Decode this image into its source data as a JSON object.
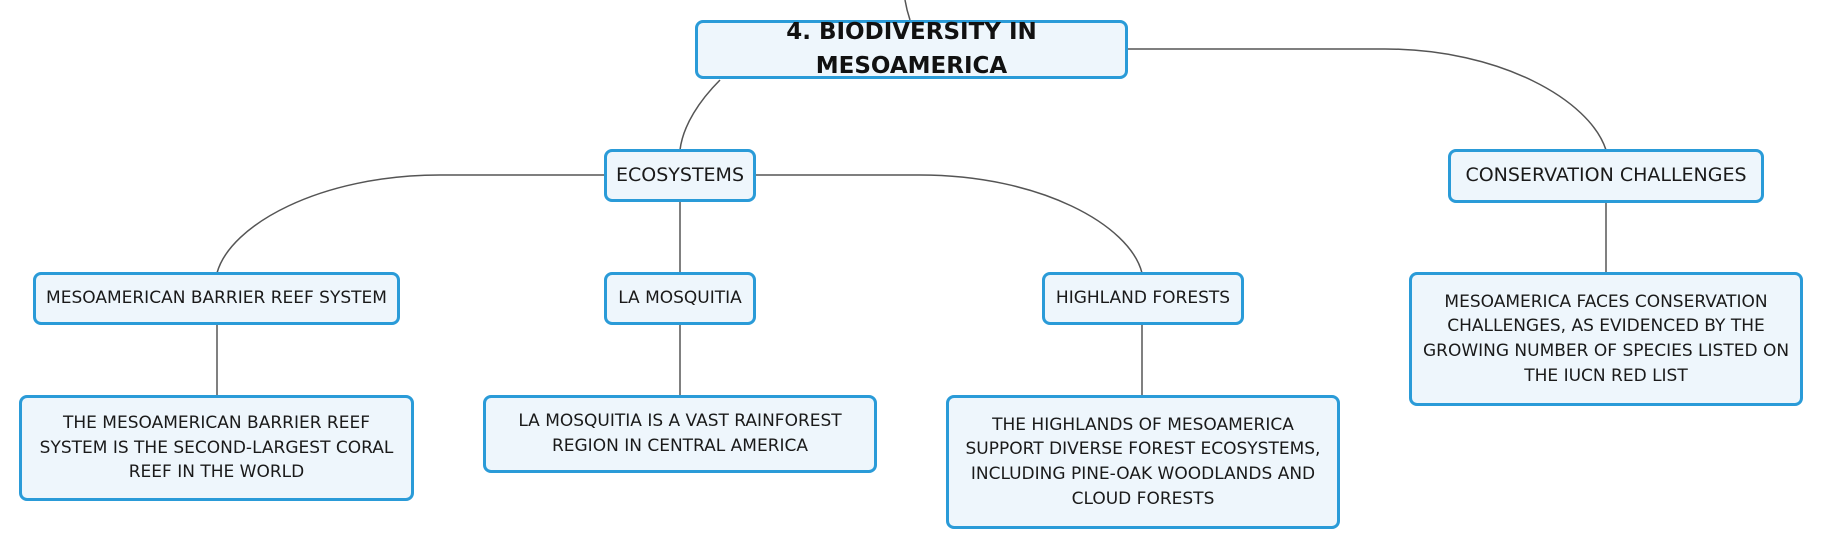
{
  "map": {
    "root": {
      "label": "4. BIODIVERSITY IN MESOAMERICA"
    },
    "topics": [
      {
        "label": "ECOSYSTEMS",
        "children": [
          {
            "label": "MESOAMERICAN BARRIER REEF SYSTEM",
            "detail": "THE MESOAMERICAN BARRIER REEF SYSTEM IS THE SECOND-LARGEST CORAL REEF IN THE WORLD"
          },
          {
            "label": "LA MOSQUITIA",
            "detail": "LA MOSQUITIA IS A VAST RAINFOREST REGION IN CENTRAL AMERICA"
          },
          {
            "label": "HIGHLAND FORESTS",
            "detail": "THE HIGHLANDS OF MESOAMERICA SUPPORT DIVERSE FOREST ECOSYSTEMS, INCLUDING PINE-OAK WOODLANDS AND CLOUD FORESTS"
          }
        ]
      },
      {
        "label": "CONSERVATION CHALLENGES",
        "detail": "MESOAMERICA FACES CONSERVATION CHALLENGES, AS EVIDENCED BY THE GROWING NUMBER OF SPECIES LISTED ON THE IUCN RED LIST"
      }
    ]
  },
  "colors": {
    "node_border": "#2a9bd8",
    "node_fill": "#eef6fc",
    "connector": "#555555"
  }
}
